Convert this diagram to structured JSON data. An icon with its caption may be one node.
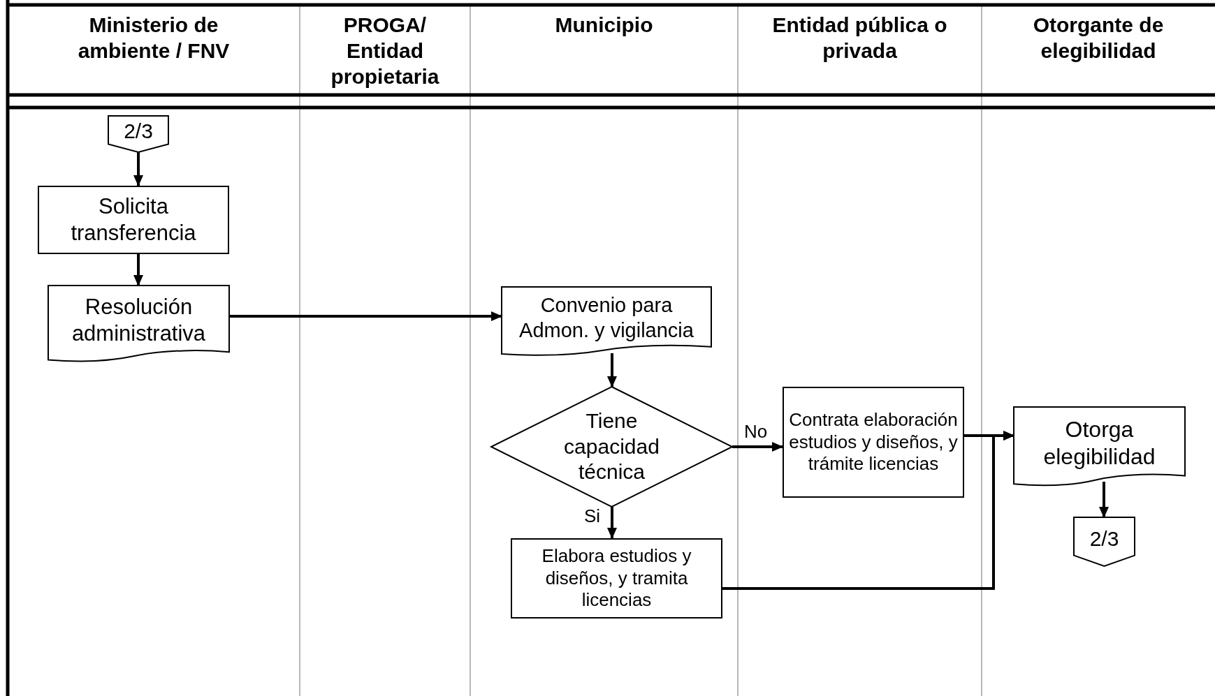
{
  "diagram": {
    "nodes": [
      {
        "text": [
          "2/3"
        ]
      },
      {
        "text": [
          "Solicita transferencia"
        ]
      },
      {
        "text": [
          "Resolución administrativa"
        ]
      },
      {
        "text": [
          "Convenio para Admon. y vigilancia"
        ]
      },
      {
        "text": [
          "Tiene capacidad técnica"
        ]
      },
      {
        "text": [
          "Contrata elaboración estudios y diseños, y trámite licencias"
        ]
      },
      {
        "text": [
          "Elabora estudios y diseños, y tramita licencias"
        ]
      },
      {
        "text": [
          "Otorga elegibilidad"
        ]
      },
      {
        "text": [
          "2/3"
        ]
      }
    ],
    "edges": [
      {
        "from": 0,
        "to": 1,
        "arrow": "to"
      },
      {
        "from": 1,
        "to": 2,
        "arrow": "to"
      },
      {
        "from": 2,
        "to": 3,
        "arrow": "to"
      },
      {
        "from": 3,
        "to": 4,
        "arrow": "to"
      },
      {
        "from": 4,
        "to": 5,
        "arrow": "to",
        "label": "No"
      },
      {
        "from": 4,
        "to": 6,
        "arrow": "to",
        "label": "Si"
      },
      {
        "from": 5,
        "to": 7,
        "arrow": "to"
      },
      {
        "from": 6,
        "to": 7,
        "arrow": "to"
      },
      {
        "from": 7,
        "to": 8,
        "arrow": "to"
      }
    ],
    "labels": [
      "Ministerio de ambiente / FNV",
      "PROGA/ Entidad propietaria",
      "Municipio",
      "Entidad pública o privada",
      "Otorgante de elegibilidad"
    ]
  }
}
